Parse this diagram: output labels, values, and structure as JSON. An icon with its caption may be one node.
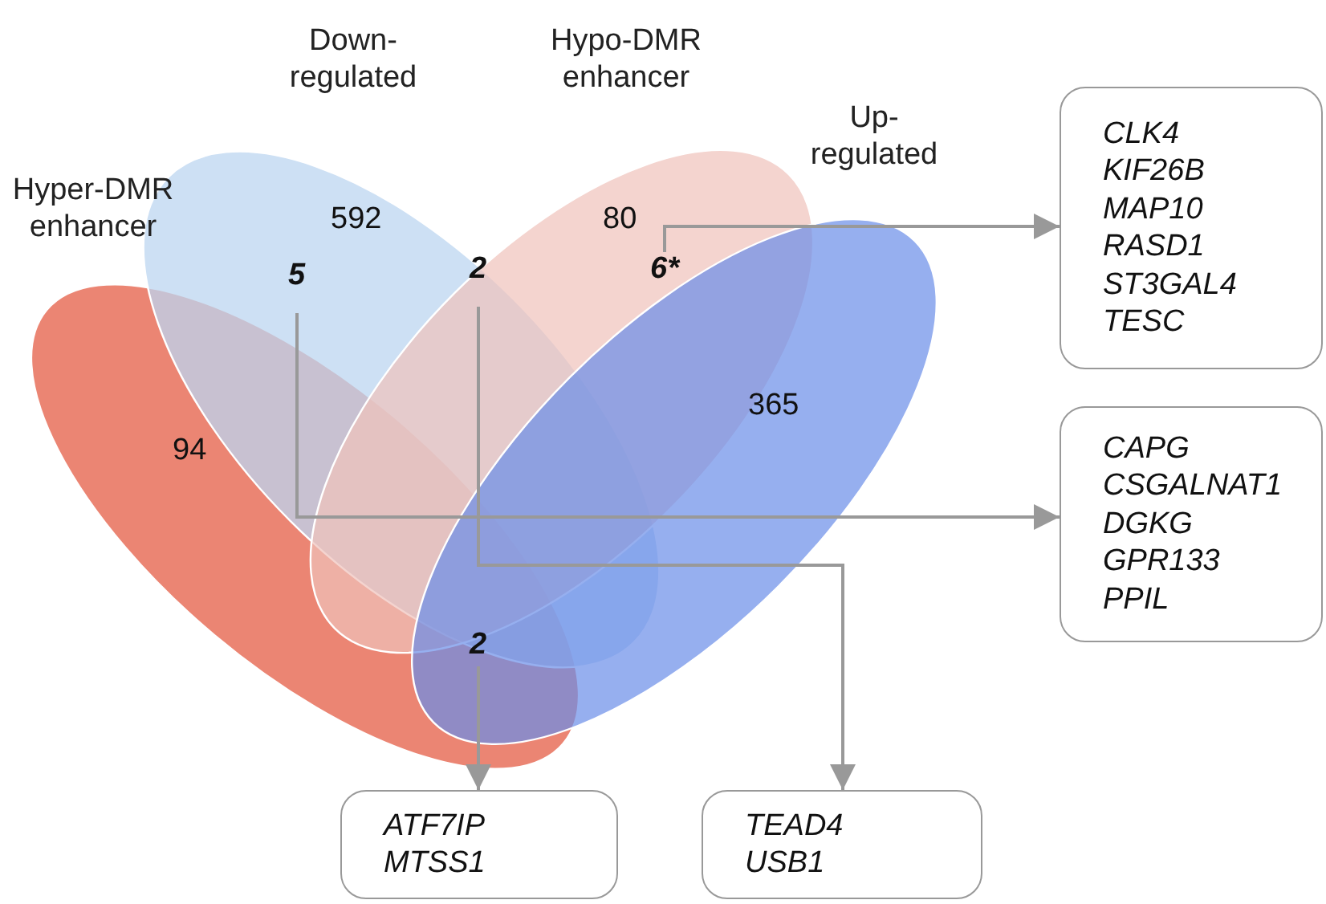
{
  "diagram": {
    "nodes": [
      {
        "text": [
          "5"
        ]
      },
      {
        "text": [
          "2"
        ]
      },
      {
        "text": [
          "6*"
        ]
      },
      {
        "text": [
          "2"
        ]
      },
      {
        "text": [
          "CLK4 KIF26B MAP10 RASD1 ST3GAL4 TESC"
        ]
      },
      {
        "text": [
          "CAPG CSGALNAT1 DGKG GPR133 PPIL"
        ]
      },
      {
        "text": [
          "ATF7IP MTSS1"
        ]
      },
      {
        "text": [
          "TEAD4 USB1"
        ]
      }
    ],
    "edges": [
      {
        "from": 2,
        "to": 4,
        "arrow": "to"
      },
      {
        "from": 0,
        "to": 5,
        "arrow": "to"
      },
      {
        "from": 1,
        "to": 7,
        "arrow": "to"
      },
      {
        "from": 3,
        "to": 6,
        "arrow": "to"
      }
    ],
    "labels": [
      "Down-regulated",
      "Hypo-DMR enhancer",
      "Hyper-DMR enhancer",
      "Up-regulated",
      "592",
      "80",
      "94",
      "365"
    ]
  }
}
